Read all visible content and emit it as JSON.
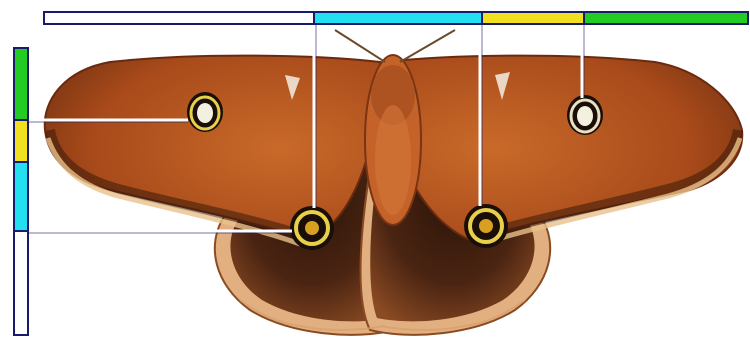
{
  "colors": {
    "white_segment": "#ffffff",
    "cyan_segment": "#22e0f0",
    "yellow_segment": "#f0e020",
    "green_segment": "#22cc22",
    "bar_outline": "#1a1a6a",
    "pointer_line": "#ffffff",
    "wing_base": "#b8571f",
    "wing_dark": "#5a2a12",
    "wing_edge": "#e8c08a",
    "body": "#c4622a",
    "eyespot_ring": "#e8d04a",
    "eyespot_pupil": "#1a0f08"
  },
  "diagram": {
    "subject": "moth",
    "eyespots": [
      "forewing-left",
      "forewing-right",
      "hindwing-left",
      "hindwing-right"
    ],
    "scale_bars": {
      "horizontal_segments": [
        "white",
        "cyan",
        "yellow",
        "green"
      ],
      "vertical_segments": [
        "green",
        "yellow",
        "cyan",
        "white"
      ]
    }
  }
}
